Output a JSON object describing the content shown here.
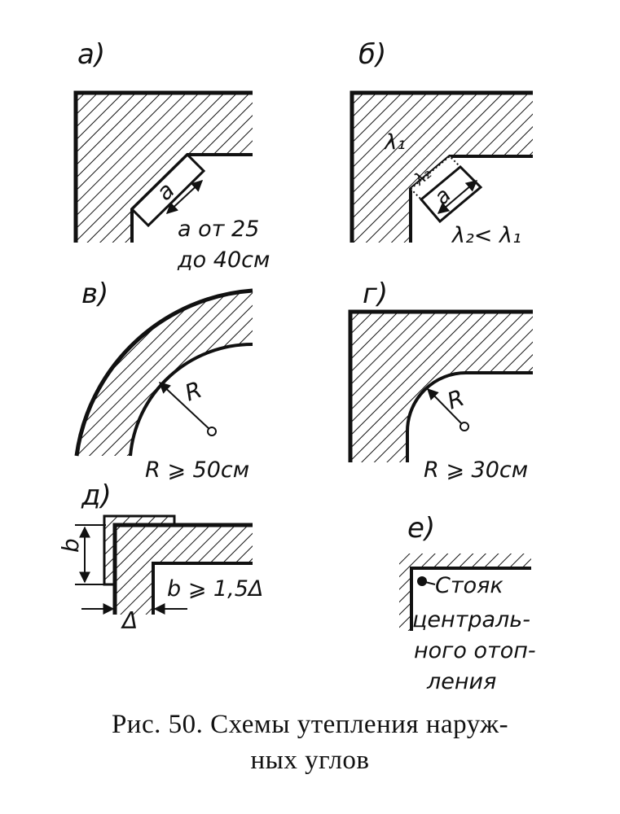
{
  "panels": {
    "a": {
      "label": "а)",
      "dim_letter": "a",
      "note_line1": "a  от 25",
      "note_line2": "до 40см"
    },
    "b": {
      "label": "б)",
      "lambda1": "λ₁",
      "lambda2": "λ₂",
      "dim_letter": "a",
      "note": "λ₂< λ₁"
    },
    "v": {
      "label": "в)",
      "radius_letter": "R",
      "note": "R ⩾ 50см"
    },
    "g": {
      "label": "г)",
      "radius_letter": "R",
      "note": "R ⩾ 30см"
    },
    "d": {
      "label": "д)",
      "b_letter": "b",
      "delta_letter": "Δ",
      "note": "b ⩾ 1,5Δ"
    },
    "e": {
      "label": "е)",
      "note_lines": [
        "Стояк",
        "централь-",
        "ного отоп-",
        "ления"
      ]
    }
  },
  "caption": {
    "line1": "Рис. 50. Схемы утепления наруж-",
    "line2": "ных углов"
  },
  "colors": {
    "ink": "#111111",
    "paper": "#ffffff"
  }
}
